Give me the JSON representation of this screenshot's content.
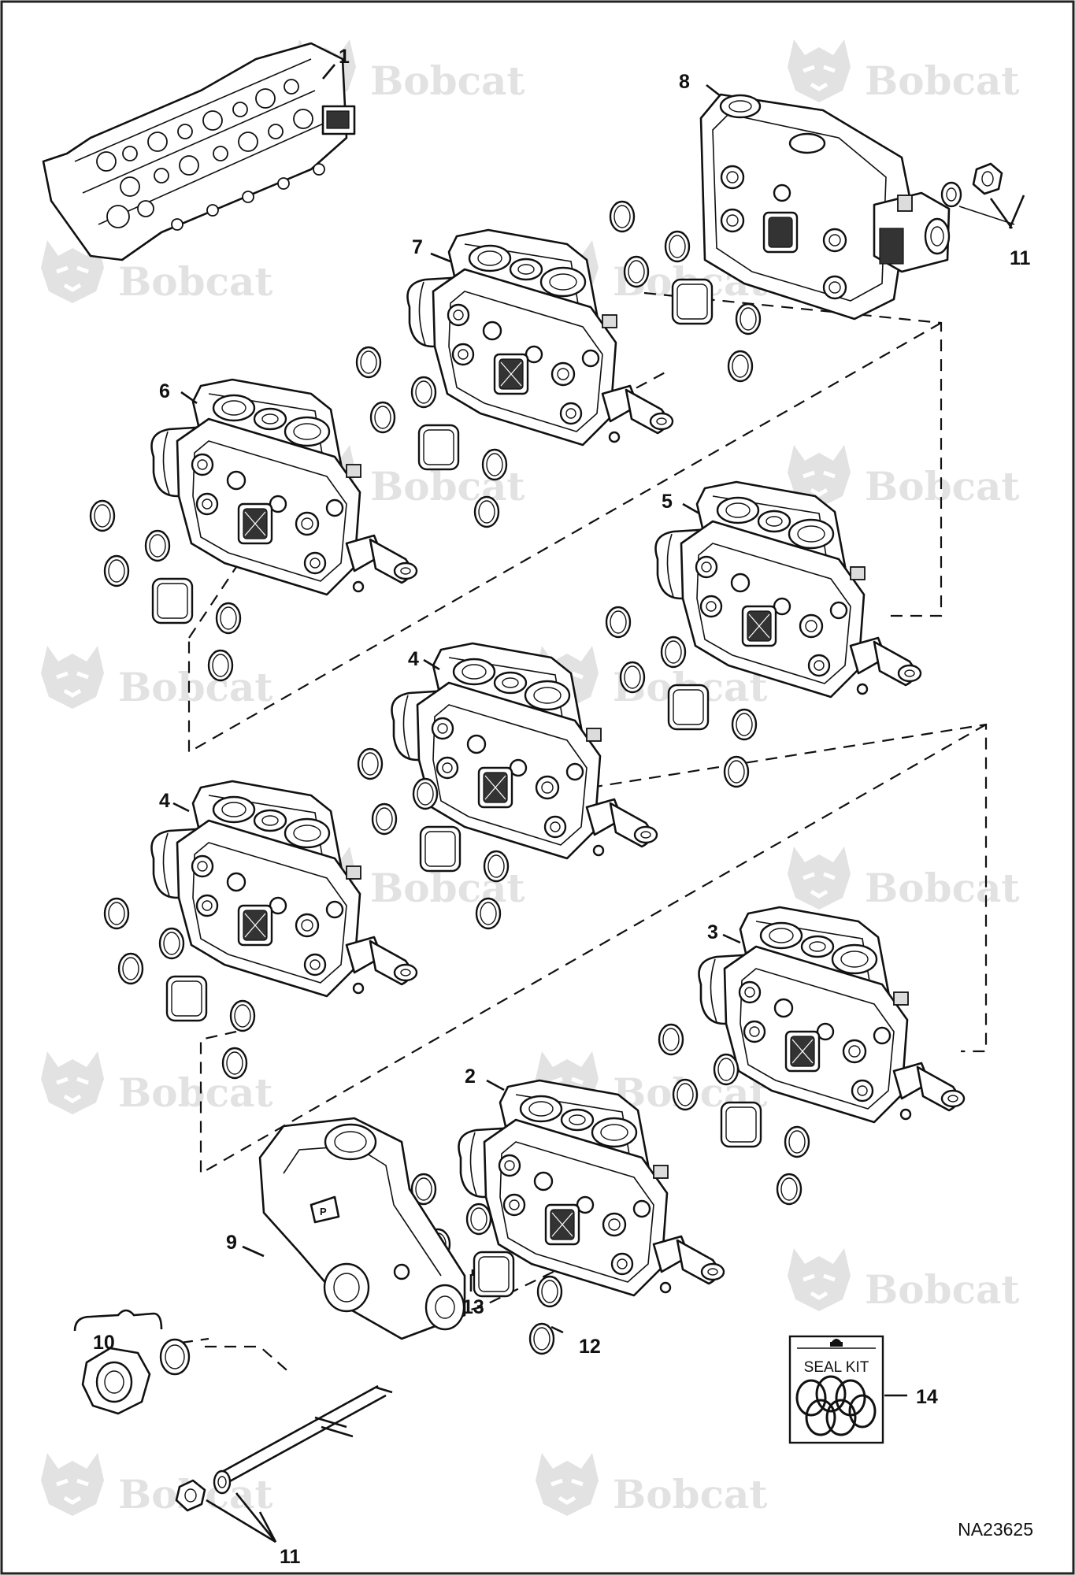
{
  "diagram": {
    "brand_watermark": "Bobcat",
    "document_id": "NA23625",
    "seal_kit_label": "SEAL KIT",
    "callouts": {
      "c1": "1",
      "c2": "2",
      "c3": "3",
      "c4a": "4",
      "c4b": "4",
      "c5": "5",
      "c6": "6",
      "c7": "7",
      "c8": "8",
      "c9": "9",
      "c10": "10",
      "c11a": "11",
      "c11b": "11",
      "c12": "12",
      "c13": "13",
      "c14": "14"
    },
    "colors": {
      "line": "#111111",
      "watermark": "#e2e2e2",
      "background": "#ffffff",
      "frame": "#222222"
    }
  }
}
